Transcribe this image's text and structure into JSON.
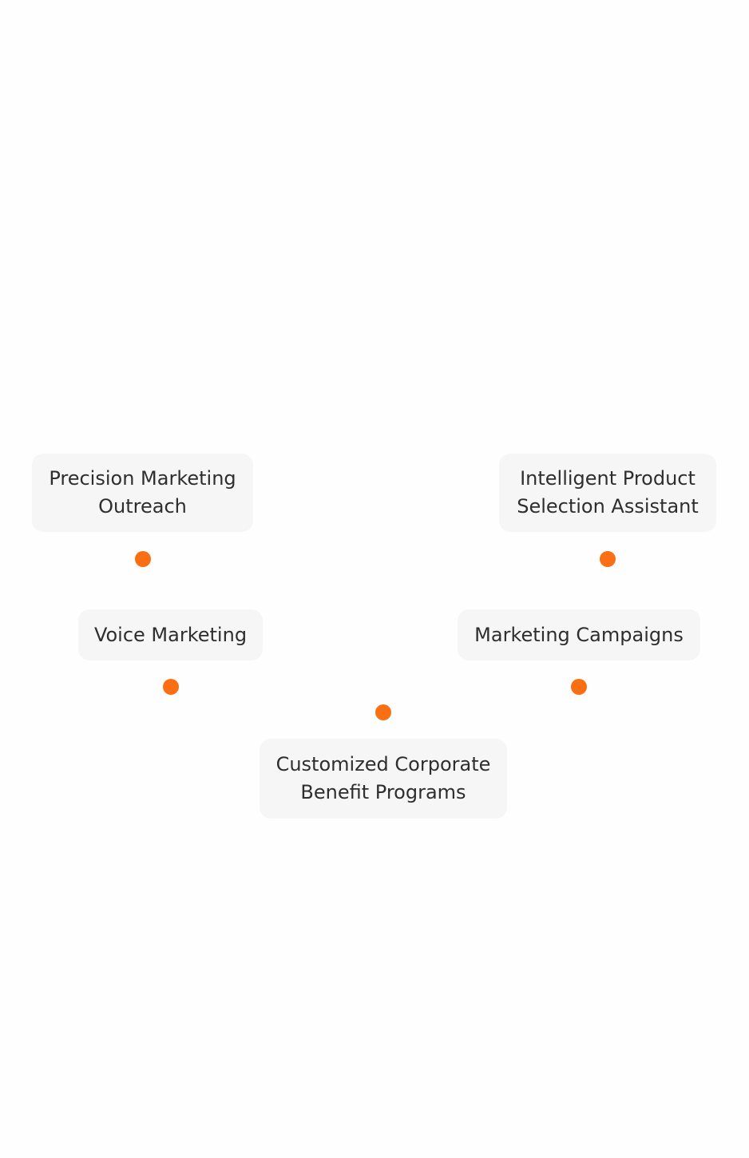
{
  "accent_color": "#fa6e14",
  "features": [
    {
      "id": "precision-marketing-outreach",
      "label": "Precision Marketing\nOutreach"
    },
    {
      "id": "intelligent-product-selection-assistant",
      "label": "Intelligent Product\nSelection Assistant"
    },
    {
      "id": "voice-marketing",
      "label": "Voice Marketing"
    },
    {
      "id": "marketing-campaigns",
      "label": "Marketing Campaigns"
    },
    {
      "id": "customized-corporate-benefit-programs",
      "label": "Customized Corporate\nBenefit Programs"
    }
  ]
}
